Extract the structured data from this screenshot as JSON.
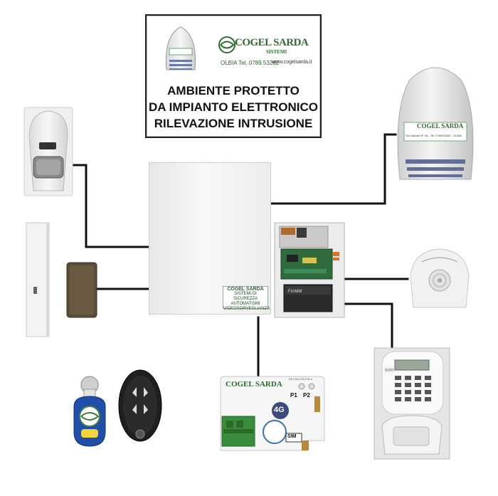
{
  "sign": {
    "headline_lines": [
      "AMBIENTE PROTETTO",
      "DA IMPIANTO ELETTRONICO",
      "RILEVAZIONE INTRUSIONE"
    ],
    "brand_top": "COGEL SARDA",
    "brand_sub": "SISTEMI",
    "contact": "OLBIA Tel. 0789.53282",
    "website": "www.cogelsarda.it"
  },
  "siren_label": {
    "brand": "COGEL SARDA",
    "address": "Via Galvani N° 46 - Tel. 0789/53282 - OLBIA"
  },
  "panel_label": {
    "brand": "COGEL SARDA",
    "line1": "SISTEMI DI SICUREZZA",
    "line2": "AUTOMATISMI",
    "line3": "VIDEOSORVEGLIANZA"
  },
  "board": {
    "brand": "COGEL SARDA",
    "leds": "DL1 DL2 DL3 DL4",
    "p1": "P1",
    "p2": "P2",
    "network": "4G",
    "sim": "SIM"
  },
  "keypad": {
    "brand": "inim"
  },
  "battery": {
    "brand": "FIAMM"
  }
}
